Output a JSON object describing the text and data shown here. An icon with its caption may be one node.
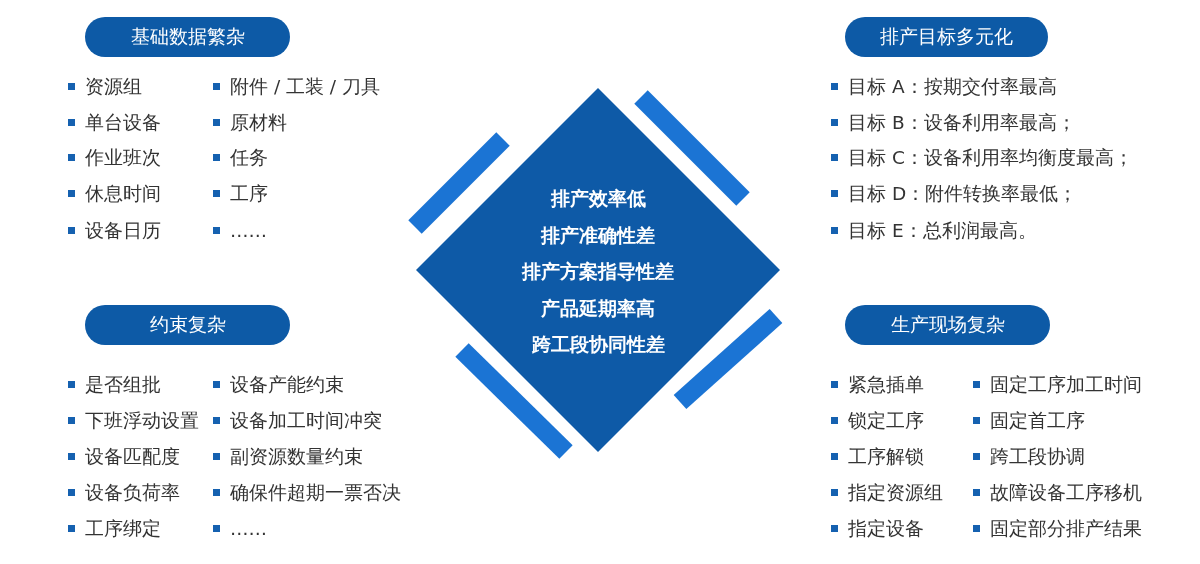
{
  "diagram": {
    "nodes": [
      {
        "text": [
          "基础数据繁杂"
        ]
      },
      {
        "text": [
          "排产目标多元化"
        ]
      },
      {
        "text": [
          "约束复杂"
        ]
      },
      {
        "text": [
          "生产现场复杂"
        ]
      },
      {
        "text": [
          "排产效率低",
          "排产准确性差",
          "排产方案指导性差",
          "产品延期率高",
          "跨工段协同性差"
        ]
      }
    ],
    "labels": [
      "资源组",
      "附件 / 工装 / 刀具",
      "单台设备",
      "原材料",
      "作业班次",
      "任务",
      "休息时间",
      "工序",
      "设备日历",
      "……",
      "目标 A：按期交付率最高",
      "目标 B：设备利用率最高；",
      "目标 C：设备利用率均衡度最高；",
      "目标 D：附件转换率最低；",
      "目标 E：总利润最高。",
      "是否组批",
      "设备产能约束",
      "下班浮动设置",
      "设备加工时间冲突",
      "设备匹配度",
      "副资源数量约束",
      "设备负荷率",
      "确保件超期一票否决",
      "工序绑定",
      "……",
      "紧急插单",
      "固定工序加工时间",
      "锁定工序",
      "固定首工序",
      "工序解锁",
      "跨工段协调",
      "指定资源组",
      "故障设备工序移机",
      "指定设备",
      "固定部分排产结果"
    ]
  }
}
